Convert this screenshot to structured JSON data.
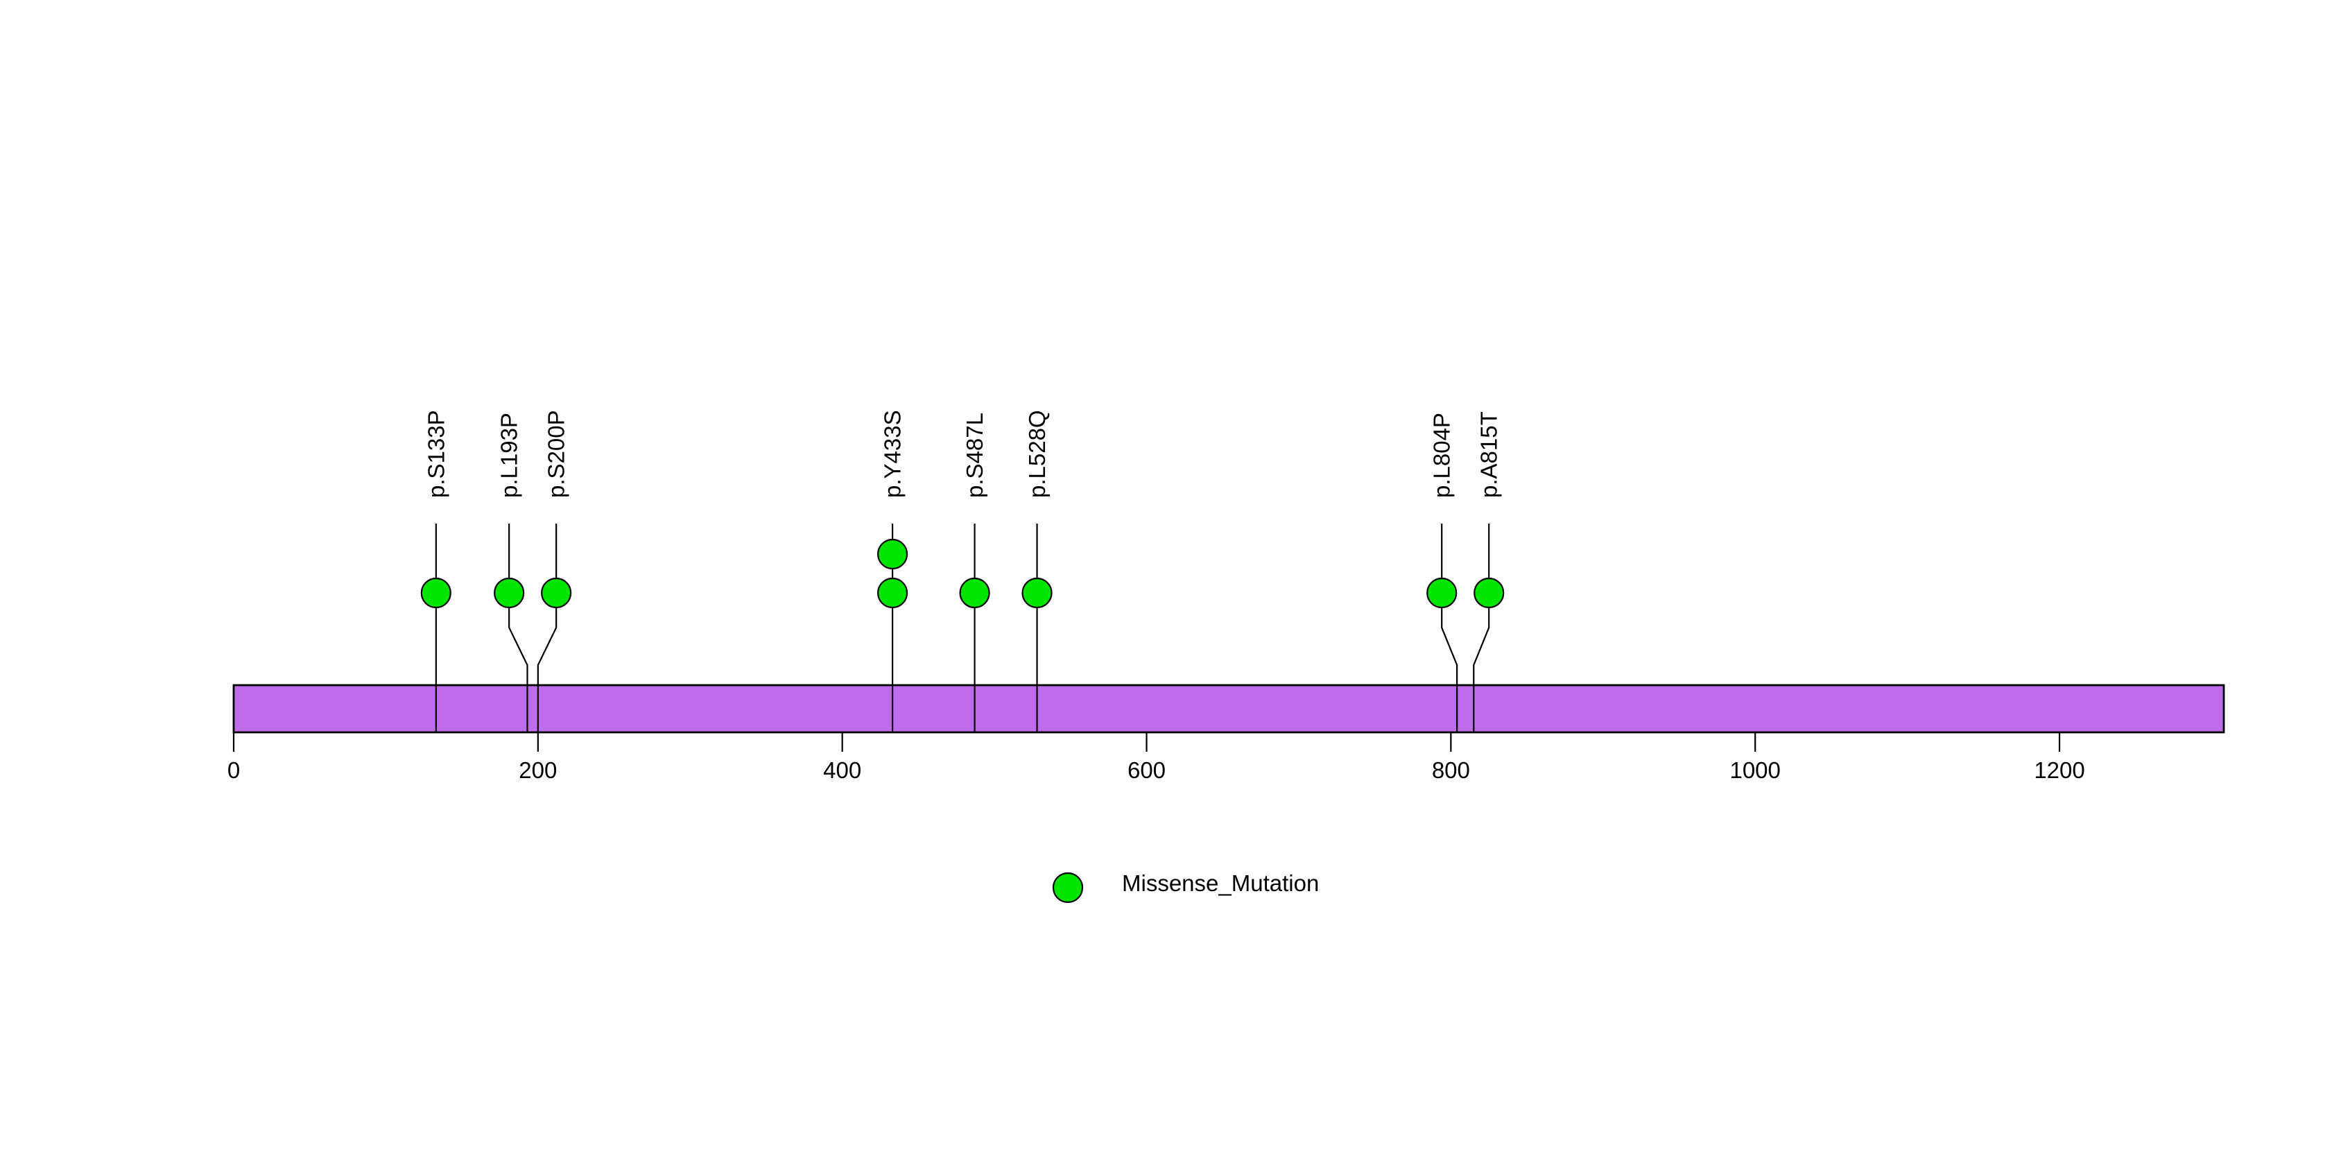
{
  "chart_data": {
    "type": "lollipop",
    "title": "",
    "xlabel": "",
    "ylabel": "",
    "background": "#ffffff",
    "axis": {
      "xlim": [
        0,
        1308
      ],
      "tick_values": [
        0,
        200,
        400,
        600,
        800,
        1000,
        1200
      ],
      "tick_labels": [
        "0",
        "200",
        "400",
        "600",
        "800",
        "1000",
        "1200"
      ],
      "grid": false
    },
    "protein_bar": {
      "start": 0,
      "end": 1308,
      "fill": "#be6ce9",
      "stroke": "#000000"
    },
    "marker": {
      "fill": "#00e400",
      "stroke": "#000000"
    },
    "stem_color": "#000000",
    "mutations": [
      {
        "label": "p.S133P",
        "position": 133,
        "count": 1,
        "type": "Missense_Mutation"
      },
      {
        "label": "p.L193P",
        "position": 193,
        "count": 1,
        "type": "Missense_Mutation"
      },
      {
        "label": "p.S200P",
        "position": 200,
        "count": 1,
        "type": "Missense_Mutation"
      },
      {
        "label": "p.Y433S",
        "position": 433,
        "count": 2,
        "type": "Missense_Mutation"
      },
      {
        "label": "p.S487L",
        "position": 487,
        "count": 1,
        "type": "Missense_Mutation"
      },
      {
        "label": "p.L528Q",
        "position": 528,
        "count": 1,
        "type": "Missense_Mutation"
      },
      {
        "label": "p.L804P",
        "position": 804,
        "count": 1,
        "type": "Missense_Mutation"
      },
      {
        "label": "p.A815T",
        "position": 815,
        "count": 1,
        "type": "Missense_Mutation"
      }
    ],
    "legend": {
      "position": "bottom-center",
      "items": [
        {
          "label": "Missense_Mutation",
          "marker_fill": "#00e400",
          "marker_stroke": "#000000"
        }
      ]
    }
  }
}
